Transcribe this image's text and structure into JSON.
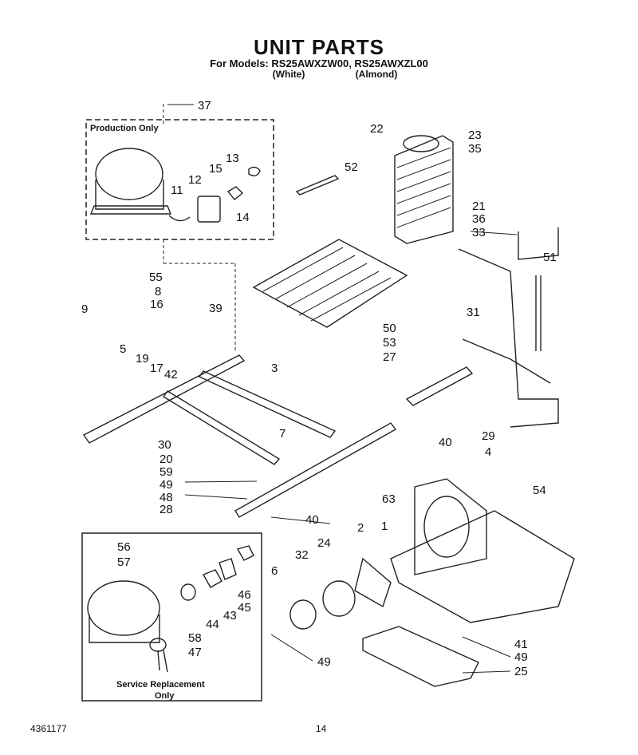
{
  "header": {
    "title": "UNIT PARTS",
    "models_line": "For Models: RS25AWXZW00, RS25AWXZL00",
    "variant_white": "(White)",
    "variant_almond": "(Almond)"
  },
  "boxes": {
    "production": "Production Only",
    "service_line1": "Service Replacement",
    "service_line2": "Only"
  },
  "callouts": {
    "c37": "37",
    "c22": "22",
    "c23": "23",
    "c35": "35",
    "c13": "13",
    "c15": "15",
    "c12": "12",
    "c11": "11",
    "c14": "14",
    "c52": "52",
    "c21": "21",
    "c36": "36",
    "c33": "33",
    "c51": "51",
    "c55": "55",
    "c8": "8",
    "c16": "16",
    "c9": "9",
    "c39": "39",
    "c19": "19",
    "c17": "17",
    "c42": "42",
    "c3": "3",
    "c5": "5",
    "c50": "50",
    "c31": "31",
    "c53": "53",
    "c27": "27",
    "c29": "29",
    "c30": "30",
    "c7": "7",
    "c40a": "40",
    "c20": "20",
    "c59": "59",
    "c49a": "49",
    "c48": "48",
    "c4": "4",
    "c54": "54",
    "c63": "63",
    "c40b": "40",
    "c28": "28",
    "c56": "56",
    "c57": "57",
    "c46": "46",
    "c45": "45",
    "c43": "43",
    "c44": "44",
    "c58": "58",
    "c47": "47",
    "c6": "6",
    "c32": "32",
    "c24": "24",
    "c2": "2",
    "c1": "1",
    "c49b": "49",
    "c41": "41",
    "c49c": "49",
    "c25": "25"
  },
  "footer": {
    "doc_number": "4361177",
    "page_number": "14"
  }
}
